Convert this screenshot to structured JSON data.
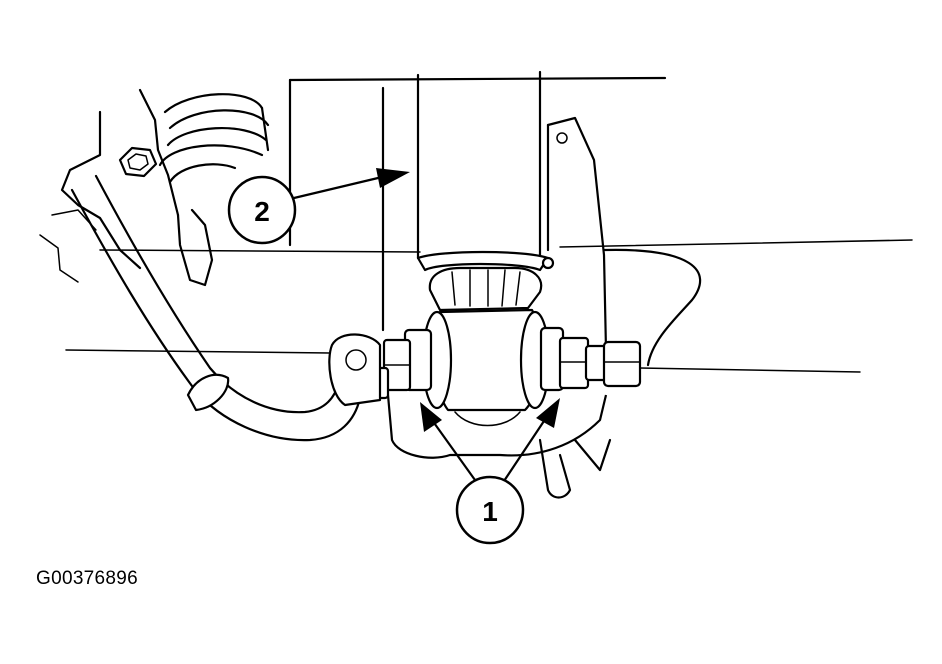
{
  "callouts": [
    {
      "id": "callout-1",
      "label": "1"
    },
    {
      "id": "callout-2",
      "label": "2"
    }
  ],
  "figure_id": "G00376896",
  "colors": {
    "ink": "#000000",
    "paper": "#ffffff"
  }
}
